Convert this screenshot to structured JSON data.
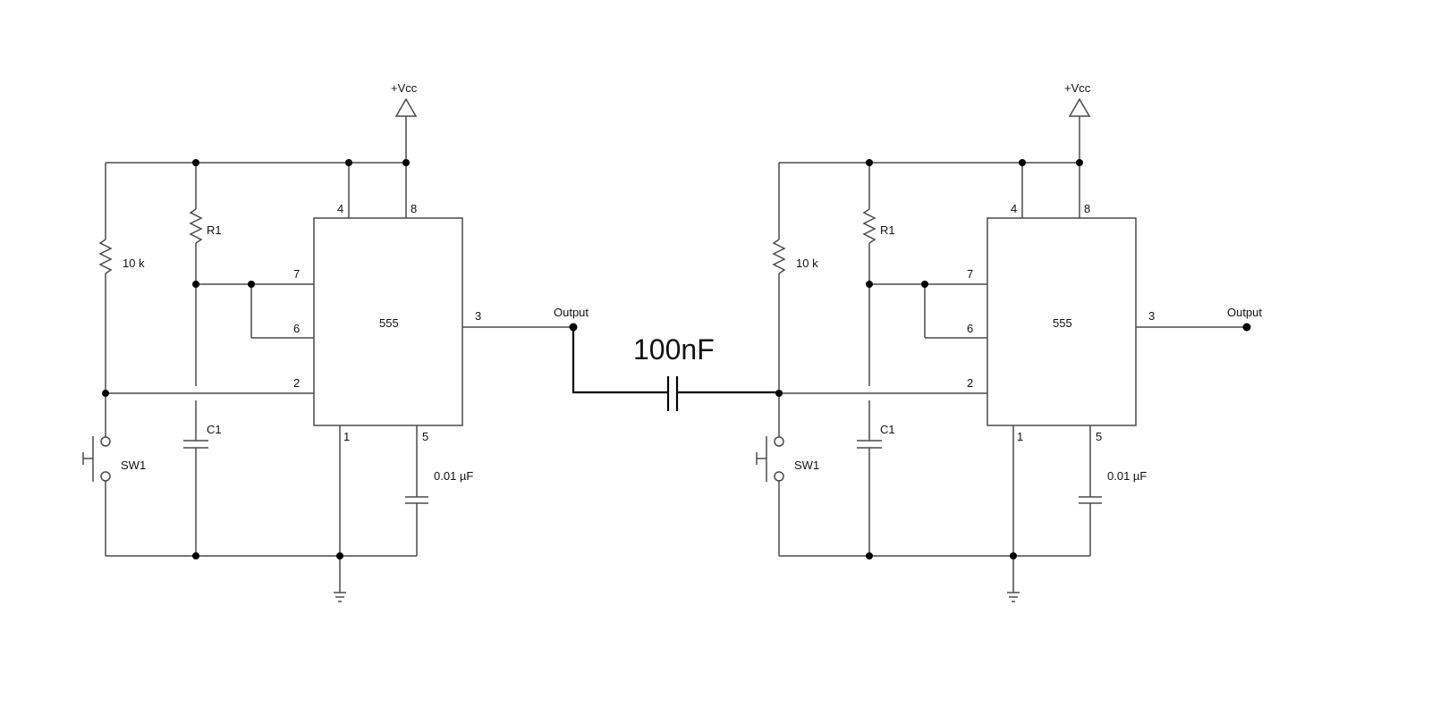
{
  "circuits": [
    {
      "vcc": "+Vcc",
      "ic": "555",
      "pins": {
        "p4": "4",
        "p8": "8",
        "p7": "7",
        "p6": "6",
        "p2": "2",
        "p3": "3",
        "p1": "1",
        "p5": "5"
      },
      "r1": "R1",
      "r10k": "10 k",
      "c1": "C1",
      "sw1": "SW1",
      "c5": "0.01 µF",
      "output": "Output"
    },
    {
      "vcc": "+Vcc",
      "ic": "555",
      "pins": {
        "p4": "4",
        "p8": "8",
        "p7": "7",
        "p6": "6",
        "p2": "2",
        "p3": "3",
        "p1": "1",
        "p5": "5"
      },
      "r1": "R1",
      "r10k": "10 k",
      "c1": "C1",
      "sw1": "SW1",
      "c5": "0.01 µF",
      "output": "Output"
    }
  ],
  "coupling_cap": "100nF"
}
